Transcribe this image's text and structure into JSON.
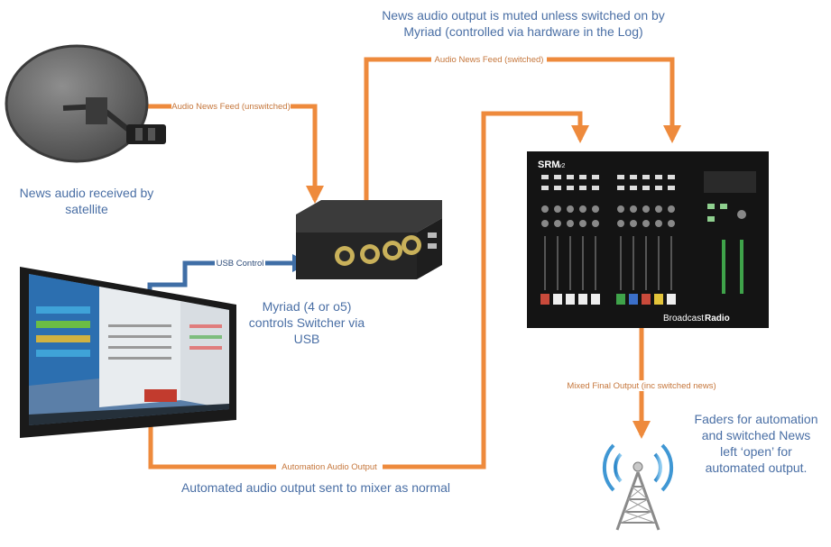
{
  "captions": {
    "top": "News audio output is muted unless switched on by Myriad (controlled via hardware in the Log)",
    "satellite": "News audio received by satellite",
    "myriad": "Myriad (4 or o5) controls Switcher via USB",
    "automated": "Automated audio output sent to mixer as normal",
    "faders": "Faders for automation and switched News left ‘open’ for automated output."
  },
  "wires": {
    "unswitched": "Audio News Feed (unswitched)",
    "switched": "Audio News Feed (switched)",
    "usb": "USB Control",
    "automation": "Automation Audio Output",
    "mixed": "Mixed Final Output (inc switched news)"
  },
  "mixer": {
    "model": "SRM",
    "version": "v2",
    "brand_prefix": "Broadcast",
    "brand_suffix": "Radio"
  },
  "colors": {
    "wire": "#ee8a3c",
    "usb_wire": "#3f6ea6",
    "caption": "#4a6fa5"
  },
  "icons": [
    "satellite-dish-icon",
    "switcher-box-icon",
    "monitor-icon",
    "mixer-console-icon",
    "radio-tower-icon"
  ]
}
